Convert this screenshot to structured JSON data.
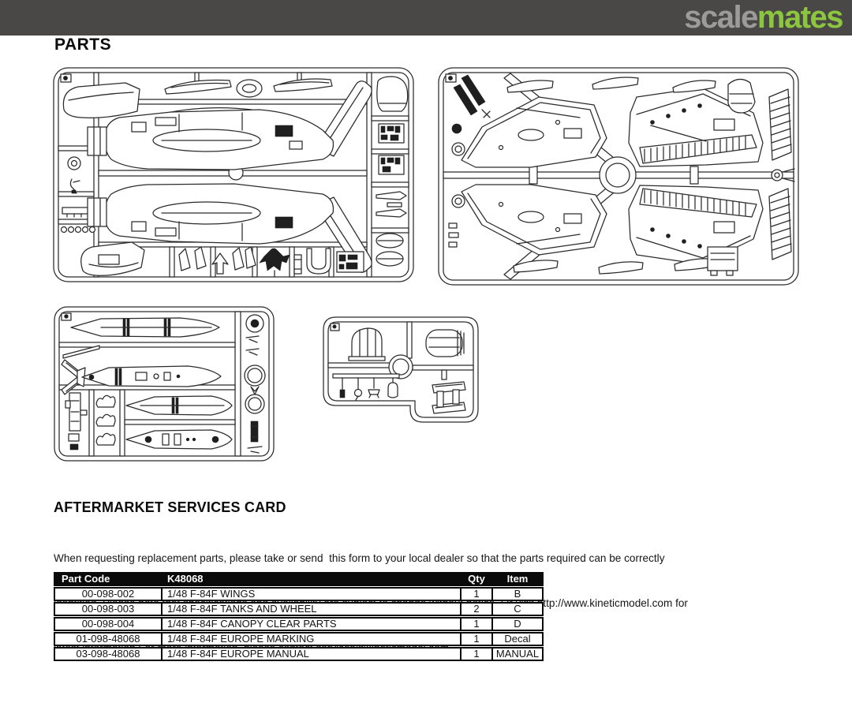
{
  "banner": {
    "logo_left": "scale",
    "logo_right": "mates"
  },
  "colors": {
    "banner_bg": "#4a4846",
    "logo_left_gray": "#9b9b99",
    "logo_right_green": "#8cc63f",
    "line_art": "#2b2b2b",
    "table_border": "#0a0a0a",
    "table_header_bg": "#0a0a0a",
    "table_header_text": "#ffffff"
  },
  "parts": {
    "title": "PARTS"
  },
  "aftermarket": {
    "title": "AFTERMARKET SERVICES CARD",
    "lines": [
      "When requesting replacement parts, please take or send  this form to your local dealer so that the parts required can be correctly",
      "identified. Please note that specifications and availability are subject to change without notice. Or visit http://www.kineticmodel.com for",
      "latest information.For more information, please contact services@kineticmodel.com"
    ]
  },
  "table": {
    "headers": [
      "Part Code",
      "K48068",
      "Qty",
      "Item"
    ],
    "rows": [
      [
        "00-098-002",
        "1/48 F-84F WINGS",
        "1",
        "B"
      ],
      [
        "00-098-003",
        "1/48 F-84F TANKS AND WHEEL",
        "2",
        "C"
      ],
      [
        "00-098-004",
        "1/48 F-84F CANOPY CLEAR PARTS",
        "1",
        "D"
      ],
      [
        "01-098-48068",
        "1/48 F-84F EUROPE MARKING",
        "1",
        "Decal"
      ],
      [
        "03-098-48068",
        "1/48 F-84F EUROPE MANUAL",
        "1",
        "MANUAL"
      ]
    ]
  }
}
